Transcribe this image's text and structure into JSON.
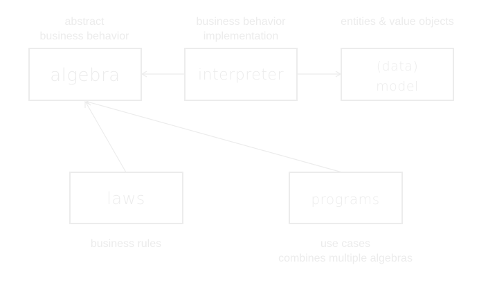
{
  "colors": {
    "stroke": "#ececec",
    "text": "#ececec",
    "background": "#ffffff"
  },
  "nodes": {
    "algebra": {
      "label": "algebra",
      "caption_line1": "abstract",
      "caption_line2": "business behavior"
    },
    "interpreter": {
      "label": "interpreter",
      "caption_line1": "business behavior",
      "caption_line2": "implementation"
    },
    "model": {
      "label_line1": "(data)",
      "label_line2": "model",
      "caption_line1": "entities & value objects"
    },
    "laws": {
      "label": "laws",
      "caption_line1": "business rules"
    },
    "programs": {
      "label": "programs",
      "caption_line1": "use cases",
      "caption_line2": "combines multiple algebras"
    }
  }
}
